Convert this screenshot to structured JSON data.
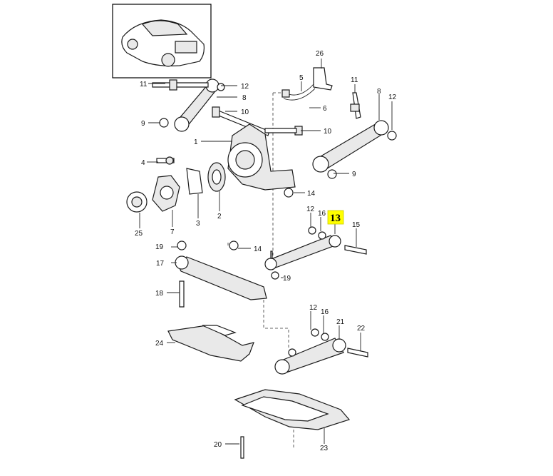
{
  "highlight_color": "#ffff00",
  "callouts": {
    "c1": "1",
    "c2": "2",
    "c3": "3",
    "c4": "4",
    "c5": "5",
    "c6": "6",
    "c7": "7",
    "c8a": "8",
    "c8b": "8",
    "c9a": "9",
    "c9b": "9",
    "c10a": "10",
    "c10b": "10",
    "c11a": "11",
    "c11b": "11",
    "c12a": "12",
    "c12b": "12",
    "c12c": "12",
    "c12d": "12",
    "c13": "13",
    "c14a": "14",
    "c14b": "14",
    "c15": "15",
    "c16a": "16",
    "c16b": "16",
    "c17": "17",
    "c18": "18",
    "c19a": "19",
    "c19b": "19",
    "c20": "20",
    "c21": "21",
    "c22": "22",
    "c23": "23",
    "c24": "24",
    "c25": "25",
    "c26": "26"
  }
}
